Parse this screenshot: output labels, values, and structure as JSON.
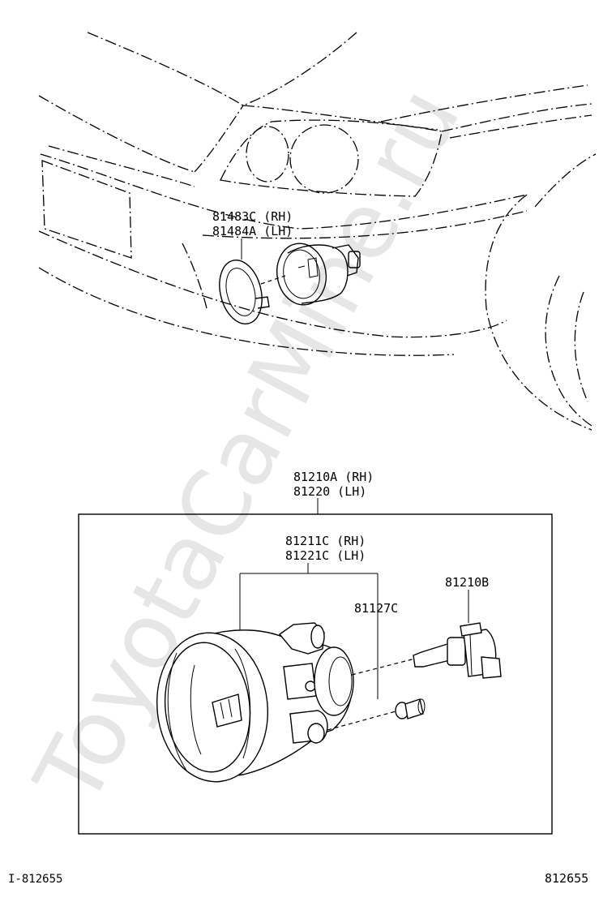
{
  "watermark": "ToyotaCarMine.ru",
  "callouts": {
    "mount_rh": "81483C (RH)",
    "mount_lh": "81484A (LH)",
    "assy_rh": "81210A (RH)",
    "assy_lh": "81220   (LH)",
    "unit_rh": "81211C (RH)",
    "unit_lh": "81221C (LH)",
    "socket": "81127C",
    "bulb": "81210B"
  },
  "footer": {
    "ref_left": "I-812655",
    "ref_right": "812655"
  }
}
